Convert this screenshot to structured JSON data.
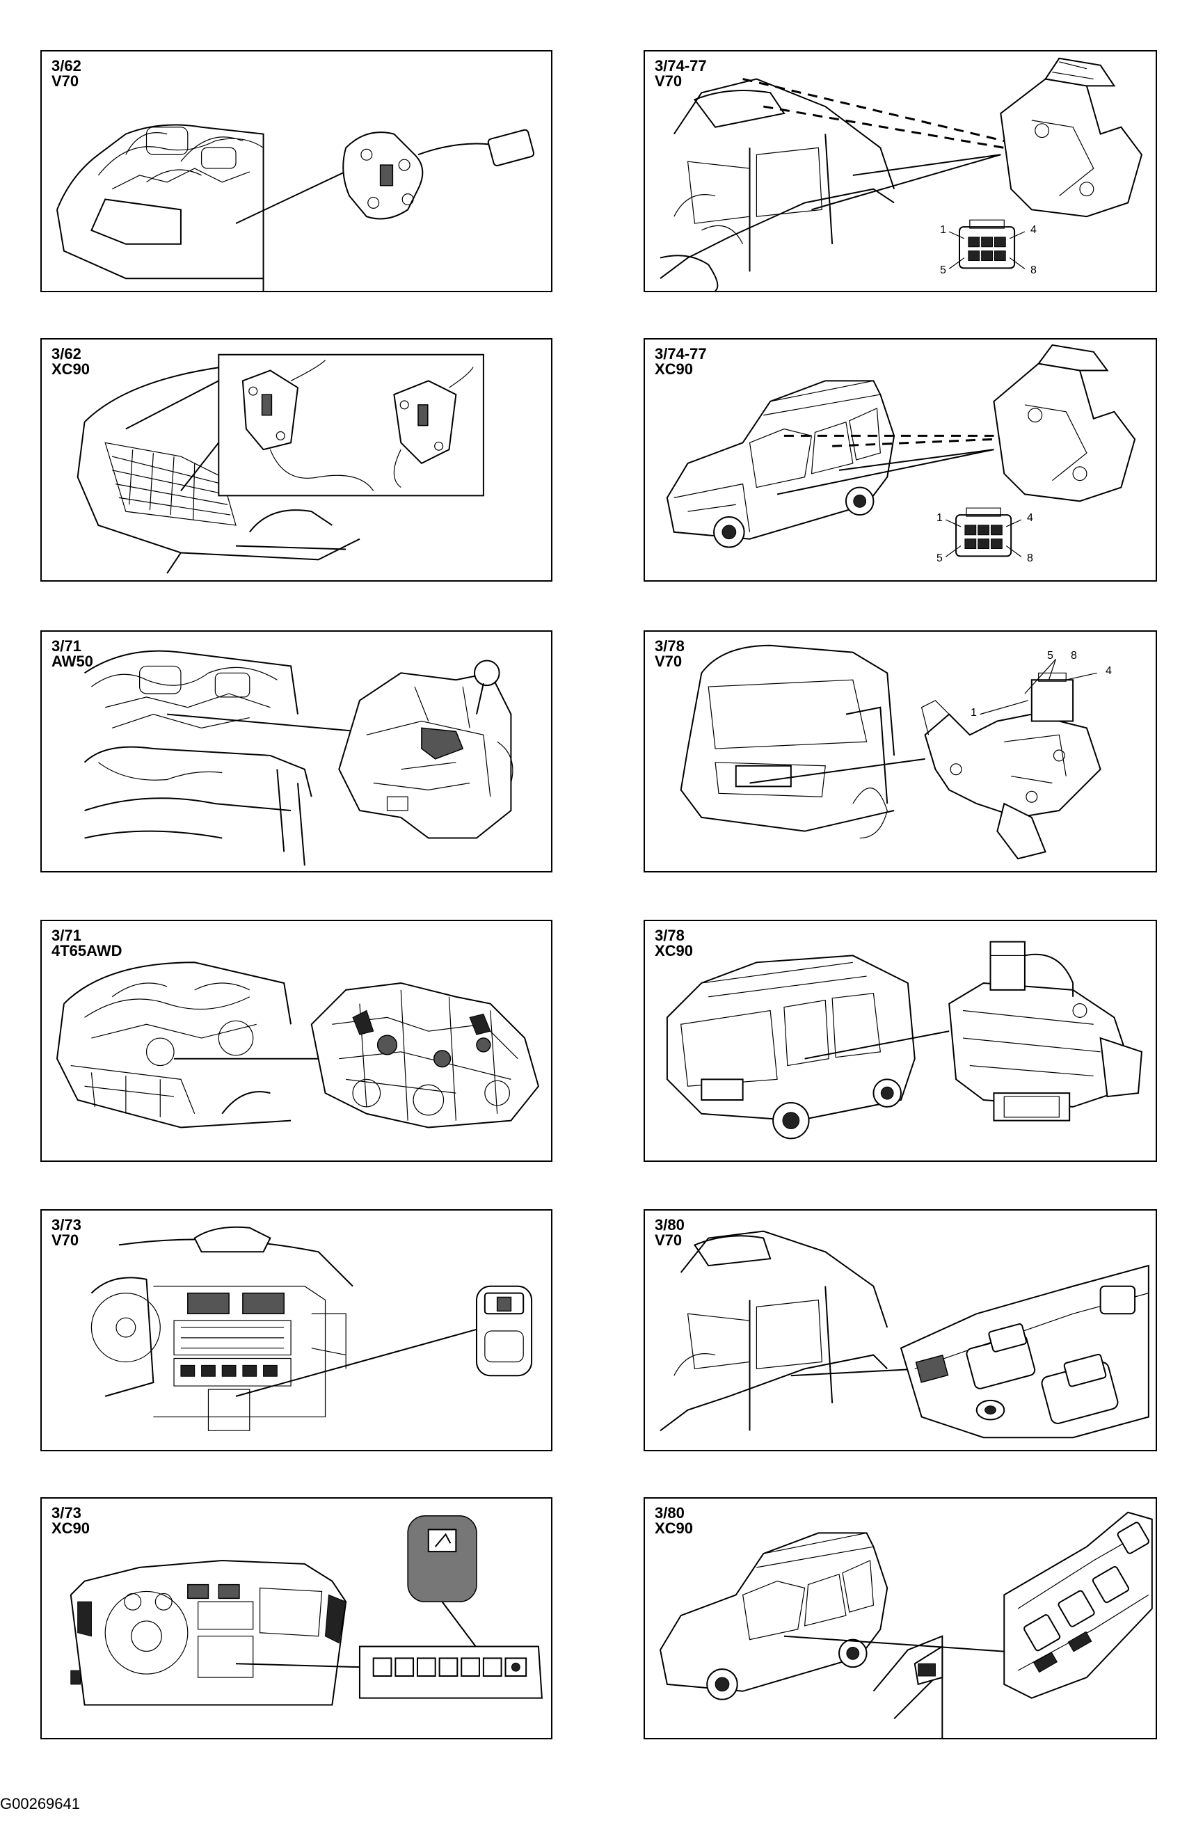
{
  "panels": [
    {
      "id": "p1",
      "code": "3/62",
      "model": "V70"
    },
    {
      "id": "p2",
      "code": "3/74-77",
      "model": "V70",
      "pins": [
        "1",
        "4",
        "5",
        "8"
      ]
    },
    {
      "id": "p3",
      "code": "3/62",
      "model": "XC90"
    },
    {
      "id": "p4",
      "code": "3/74-77",
      "model": "XC90",
      "pins": [
        "1",
        "4",
        "5",
        "8"
      ]
    },
    {
      "id": "p5",
      "code": "3/71",
      "model": "AW50"
    },
    {
      "id": "p6",
      "code": "3/78",
      "model": "V70",
      "pins": [
        "5",
        "8",
        "4",
        "1"
      ]
    },
    {
      "id": "p7",
      "code": "3/71",
      "model": "4T65AWD"
    },
    {
      "id": "p8",
      "code": "3/78",
      "model": "XC90"
    },
    {
      "id": "p9",
      "code": "3/73",
      "model": "V70"
    },
    {
      "id": "p10",
      "code": "3/80",
      "model": "V70"
    },
    {
      "id": "p11",
      "code": "3/73",
      "model": "XC90"
    },
    {
      "id": "p12",
      "code": "3/80",
      "model": "XC90"
    }
  ],
  "figure_id": "G00269641"
}
